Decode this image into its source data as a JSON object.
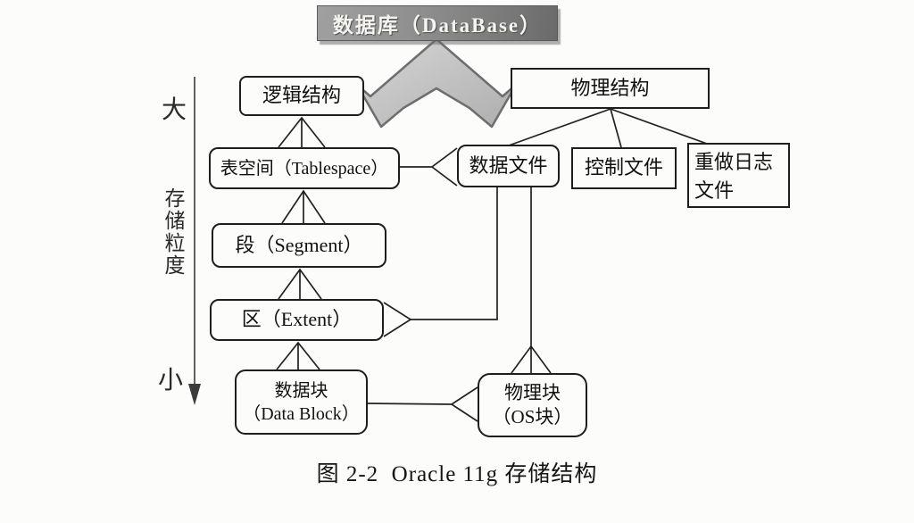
{
  "title_box": {
    "label": "数据库（DataBase）"
  },
  "nodes": {
    "logical": {
      "label": "逻辑结构"
    },
    "physical": {
      "label": "物理结构"
    },
    "tablespace": {
      "label": "表空间（Tablespace）"
    },
    "datafile": {
      "label": "数据文件"
    },
    "controlfile": {
      "label": "控制文件"
    },
    "redolog": {
      "label": "重做日志文件"
    },
    "segment": {
      "label": "段（Segment）"
    },
    "extent": {
      "label": "区（Extent）"
    },
    "datablock": {
      "label_cn": "数据块",
      "label_en": "（Data Block）"
    },
    "osblock": {
      "label_cn": "物理块",
      "label_en": "（OS块）"
    }
  },
  "granularity_axis": {
    "top_label": "大",
    "axis_label": "存储粒度",
    "bottom_label": "小"
  },
  "caption": "图 2-2  Oracle 11g 存储结构",
  "colors": {
    "background": "#fcfcfa",
    "box_border": "#1e1e1e",
    "connector_line": "#222222",
    "db_box_fill": "#8d8d8d",
    "db_box_text": "#f5f4f0",
    "split_arrow_fill": "#c6c6c6",
    "split_arrow_stroke": "#6e6e6e"
  }
}
